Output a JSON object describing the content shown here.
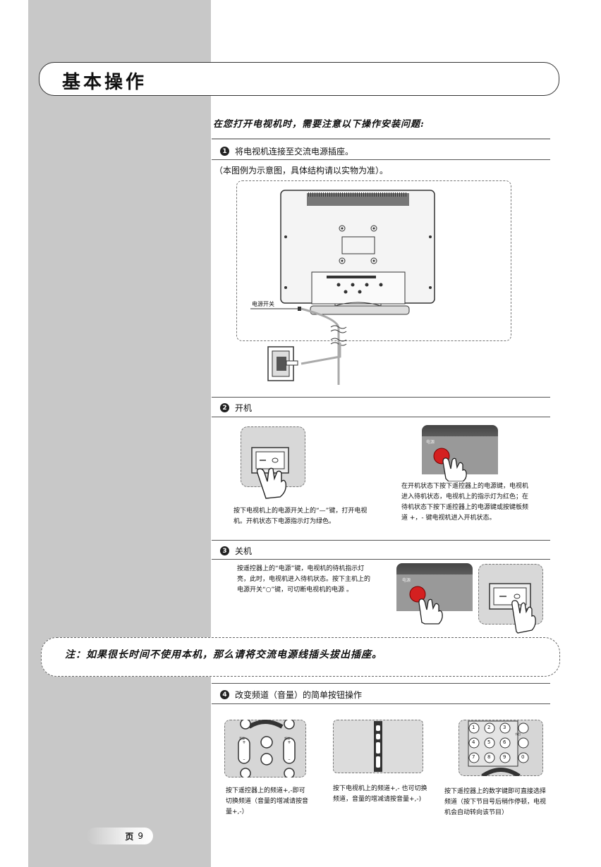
{
  "page": {
    "title": "基本操作",
    "intro": "在您打开电视机时，需要注意以下操作安装问题:",
    "note": "注：如果很长时间不使用本机，那么请将交流电源线插头拔出插座。",
    "page_label": "页",
    "page_number": "9"
  },
  "step1": {
    "number": "1",
    "heading": "将电视机连接至交流电源插座。",
    "sub": "（本图例为示意图，具体结构请以实物为准）。",
    "power_switch_label": "电源开关"
  },
  "step2": {
    "number": "2",
    "heading": "开机",
    "left_caption": "按下电视机上的电源开关上的“—”键，打开电视机。开机状态下电源指示灯为绿色。",
    "right_caption": "在开机状态下按下遥控器上的电源键，电视机进入待机状态，电视机上的指示灯为红色；在待机状态下按下遥控器上的电源键或按键板频道 +，-  键电视机进入开机状态。",
    "panel_label": "电源"
  },
  "step3": {
    "number": "3",
    "heading": "关机",
    "caption": "按遥控器上的“电源”键，电视机的待机指示灯亮，此时，电视机进入待机状态。按下主机上的电源开关“○”键，可切断电视机的电源 。",
    "panel_label": "电源"
  },
  "step4": {
    "number": "4",
    "heading": "改变频道（音量）的简单按钮操作",
    "captions": [
      "按下遥控器上的频道+,-即可切换频道（音量的增减请按音量+,-）",
      "按下电视机上的频道+,- 也可切换频道，音量的增减请按音量+,-)",
      "按下遥控器上的数字键即可直接选择频道（按下节目号后稍作停顿，电视机会自动转向该节目）"
    ],
    "remote_labels": [
      "音量",
      "频道",
      "节目"
    ],
    "keypad_digits": [
      "1",
      "2",
      "3",
      "4",
      "5",
      "6",
      "7",
      "8",
      "9",
      "0"
    ]
  },
  "colors": {
    "sidebar": "#c8c8c8",
    "power_button": "#d42020"
  }
}
